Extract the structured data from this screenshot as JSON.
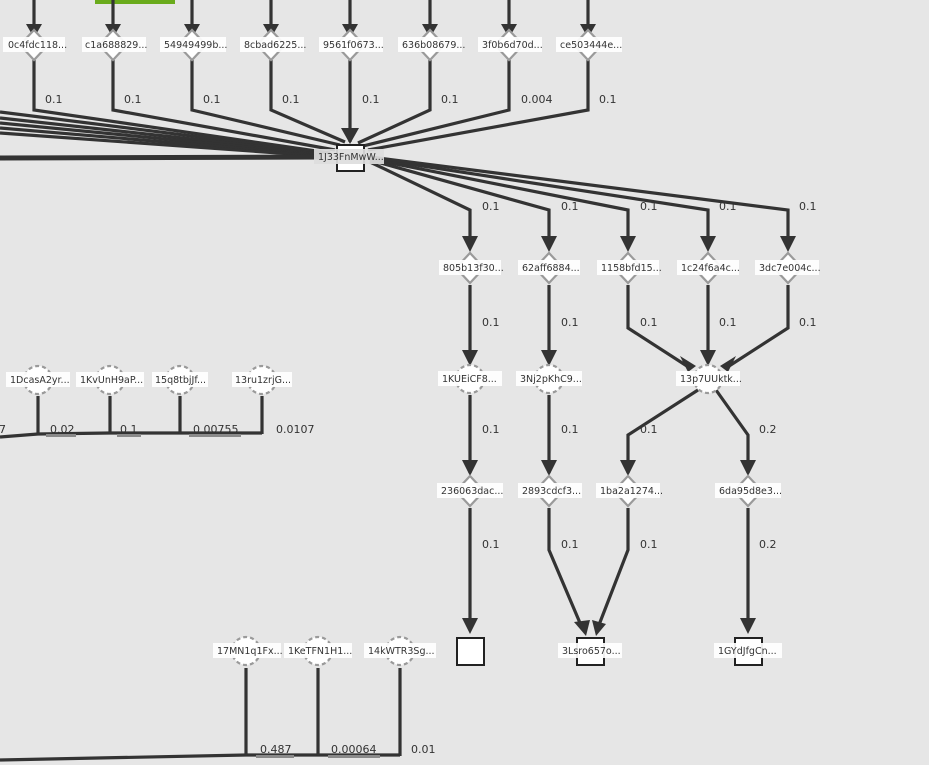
{
  "colors": {
    "background": "#e6e6e6",
    "edge": "#333333",
    "node_stroke": "#9a9a9a",
    "highlight": "#6aab1c"
  },
  "center_node": {
    "label": "1J33FnMwW..."
  },
  "top_nodes": [
    {
      "label": "0c4fdc118...",
      "value": "0.1"
    },
    {
      "label": "c1a688829...",
      "value": "0.1"
    },
    {
      "label": "54949499b...",
      "value": "0.1"
    },
    {
      "label": "8cbad6225...",
      "value": "0.1"
    },
    {
      "label": "9561f0673...",
      "value": "0.1"
    },
    {
      "label": "636b08679...",
      "value": "0.1"
    },
    {
      "label": "3f0b6d70d...",
      "value": "0.004"
    },
    {
      "label": "ce503444e...",
      "value": "0.1"
    }
  ],
  "fan_values": [
    "0.1",
    "0.1",
    "0.1",
    "0.1",
    "0.1"
  ],
  "tx_nodes": [
    {
      "label": "805b13f30..."
    },
    {
      "label": "62aff6884..."
    },
    {
      "label": "1158bfd15..."
    },
    {
      "label": "1c24f6a4c..."
    },
    {
      "label": "3dc7e004c..."
    }
  ],
  "tx_values": [
    "0.1",
    "0.1",
    "0.1",
    "0.1",
    "0.1"
  ],
  "addr_nodes": [
    {
      "label": "1KUEiCF8..."
    },
    {
      "label": "3Nj2pKhC9..."
    },
    {
      "label": "13p7UUktk..."
    }
  ],
  "addr_values": [
    "0.1",
    "0.1",
    "0.1",
    "0.2"
  ],
  "tx2_nodes": [
    {
      "label": "236063dac..."
    },
    {
      "label": "2893cdcf3..."
    },
    {
      "label": "1ba2a1274..."
    },
    {
      "label": "6da95d8e3..."
    }
  ],
  "tx2_values": [
    "0.1",
    "0.1",
    "0.1",
    "0.2"
  ],
  "bottom_nodes": [
    {
      "label": ""
    },
    {
      "label": "3Lsro657o..."
    },
    {
      "label": "1GYdJfgCn..."
    }
  ],
  "left_nodes": [
    {
      "label": "1DcasA2yr...",
      "value": "0.02"
    },
    {
      "label": "1KvUnH9aP...",
      "value": "0.1"
    },
    {
      "label": "15q8tbjJf...",
      "value": "0.00755"
    },
    {
      "label": "13ru1zrjG...",
      "value": "0.0107"
    }
  ],
  "left_edge_value": "7",
  "lower_nodes": [
    {
      "label": "17MN1q1Fx...",
      "value": "0.487"
    },
    {
      "label": "1KeTFN1H1...",
      "value": "0.00064"
    },
    {
      "label": "14kWTR3Sg...",
      "value": "0.01"
    }
  ]
}
